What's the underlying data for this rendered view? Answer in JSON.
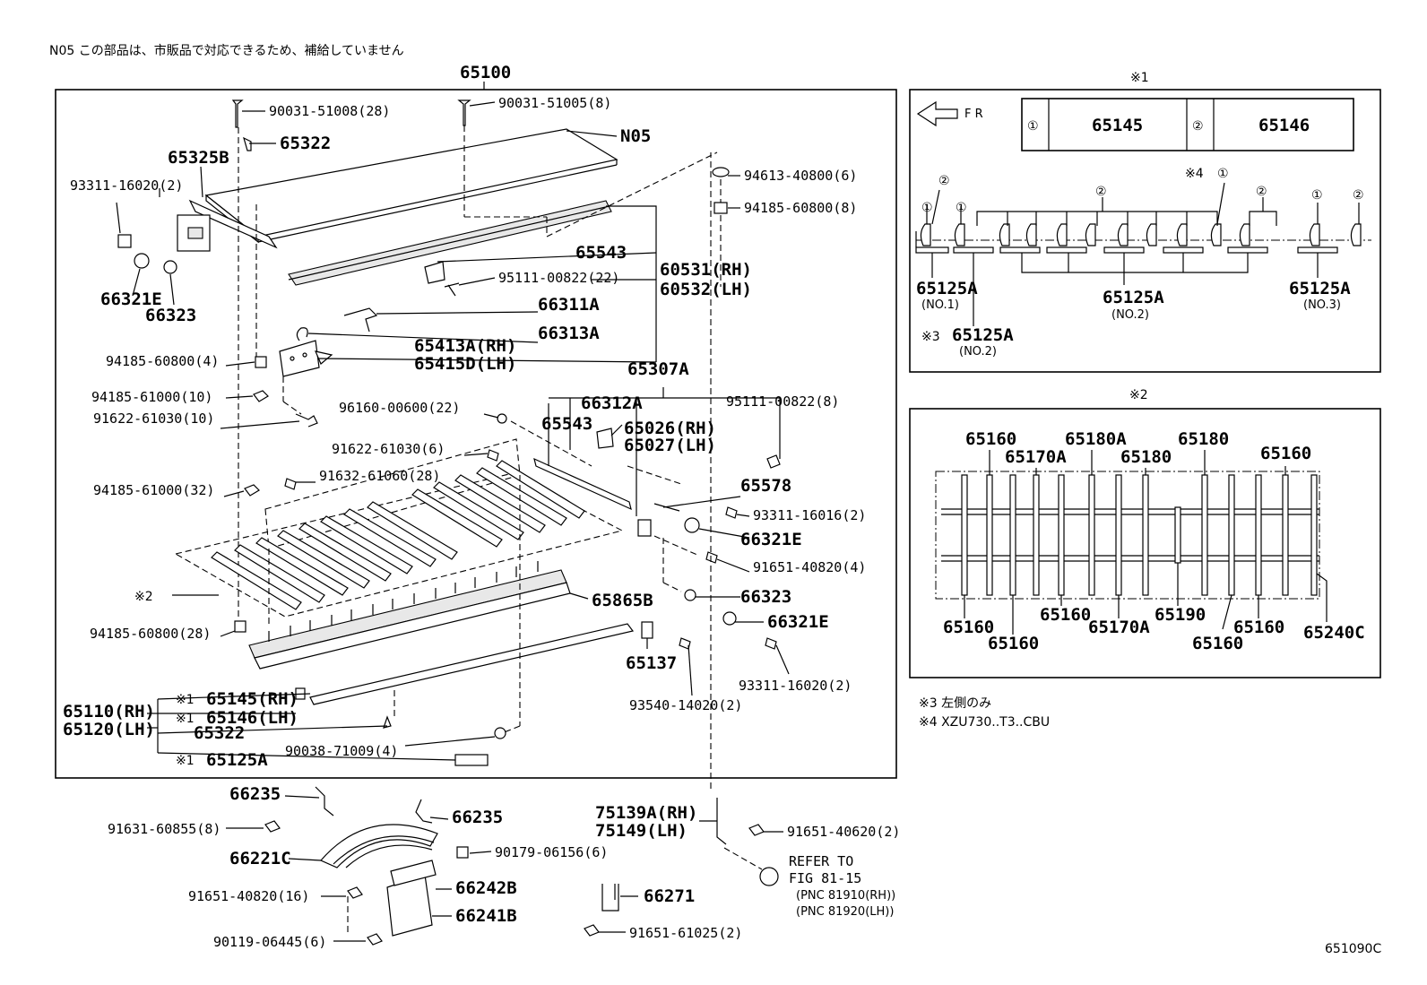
{
  "note_n05": "N05  この部品は、市販品で対応できるため、補給していません",
  "assembly_no": "65100",
  "figure_id": "651090C",
  "notes": {
    "n3": "※3  左側のみ",
    "n4": "※4  XZU730..T3..CBU"
  },
  "fr_label": "F R",
  "inset1": {
    "title": "※1",
    "cell1_mark": "①",
    "cell1_part": "65145",
    "cell2_mark": "②",
    "cell2_part": "65146",
    "mark1": "①",
    "mark2": "②",
    "note4_mark": "※4",
    "label_no1_part": "65125A",
    "label_no1_sub": "(NO.1)",
    "label_no2_part": "65125A",
    "label_no2_sub": "(NO.2)",
    "label_no3_part": "65125A",
    "label_no3_sub": "(NO.3)",
    "label_no2b_prefix": "※3",
    "label_no2b_part": "65125A",
    "label_no2b_sub": "(NO.2)"
  },
  "inset2": {
    "title": "※2",
    "top_labels": [
      "65160",
      "65170A",
      "65180A",
      "65180",
      "65180",
      "65160"
    ],
    "bottom_labels": [
      "65160",
      "65160",
      "65160",
      "65170A",
      "65190",
      "65160",
      "65160",
      "65240C"
    ]
  },
  "callouts": {
    "p90031_51008": "90031-51008(28)",
    "p90031_51005": "90031-51005(8)",
    "p65322": "65322",
    "n05": "N05",
    "p65325b": "65325B",
    "p93311_16020a": "93311-16020(2)",
    "p94613": "94613-40800(6)",
    "p94185_8": "94185-60800(8)",
    "p65543a": "65543",
    "p95111_22": "95111-00822(22)",
    "p60531": "60531(RH)",
    "p60532": "60532(LH)",
    "p66321e_a": "66321E",
    "p66323_a": "66323",
    "p66311a": "66311A",
    "p66313a": "66313A",
    "p65413a": "65413A(RH)",
    "p65415d": "65415D(LH)",
    "p94185_4": "94185-60800(4)",
    "p65307a": "65307A",
    "p94185_61000_10": "94185-61000(10)",
    "p96160": "96160-00600(22)",
    "p66312a": "66312A",
    "p95111_8": "95111-00822(8)",
    "p91622_10": "91622-61030(10)",
    "p65543b": "65543",
    "p65026": "65026(RH)",
    "p65027": "65027(LH)",
    "p91622_6": "91622-61030(6)",
    "p94185_61000_32": "94185-61000(32)",
    "p91632": "91632-61060(28)",
    "p65578": "65578",
    "p93311_16016": "93311-16016(2)",
    "p66321e_b": "66321E",
    "p91651_40820_4": "91651-40820(4)",
    "p_x2": "※2",
    "p66323_b": "66323",
    "p65865b": "65865B",
    "p94185_28": "94185-60800(28)",
    "p66321e_c": "66321E",
    "p65137": "65137",
    "p93311_16020b": "93311-16020(2)",
    "p93540": "93540-14020(2)",
    "p65145rh_mark": "※1",
    "p65145rh": "65145(RH)",
    "p65146lh_mark": "※1",
    "p65146lh": "65146(LH)",
    "p65110": "65110(RH)",
    "p65120": "65120(LH)",
    "p65322b": "65322",
    "p90038": "90038-71009(4)",
    "p65125a_mark": "※1",
    "p65125a": "65125A",
    "p66235a": "66235",
    "p66235b": "66235",
    "p91631": "91631-60855(8)",
    "p66221c": "66221C",
    "p90179": "90179-06156(6)",
    "p91651_40820_16": "91651-40820(16)",
    "p66242b": "66242B",
    "p66241b": "66241B",
    "p90119": "90119-06445(6)",
    "p75139a": "75139A(RH)",
    "p75149": "75149(LH)",
    "p91651_40620": "91651-40620(2)",
    "p_refer1": "REFER TO",
    "p_refer2": "FIG 81-15",
    "p_pnc1": "(PNC 81910(RH))",
    "p_pnc2": "(PNC 81920(LH))",
    "p66271": "66271",
    "p91651_61025": "91651-61025(2)"
  }
}
